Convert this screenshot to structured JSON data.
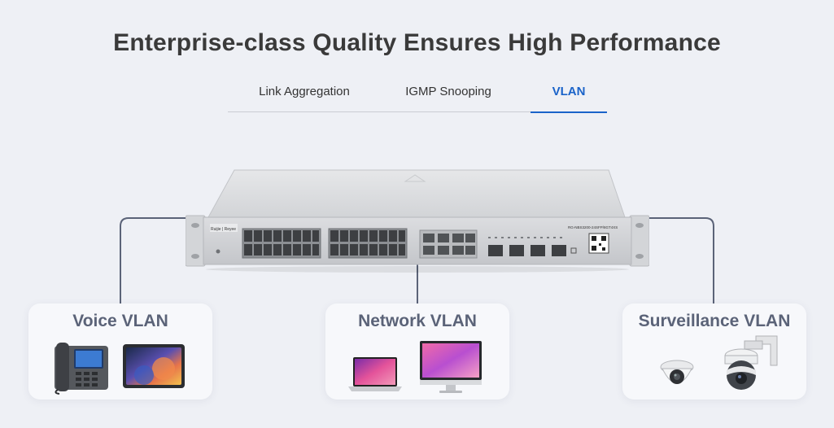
{
  "page": {
    "title": "Enterprise-class Quality Ensures High Performance"
  },
  "tabs": [
    {
      "label": "Link Aggregation",
      "active": false
    },
    {
      "label": "IGMP Snooping",
      "active": false
    },
    {
      "label": "VLAN",
      "active": true
    }
  ],
  "switch": {
    "brand": "Ruijie",
    "sub_brand": "Reyee",
    "model": "RG-NBS3200-24SFP/8GT4XS"
  },
  "cards": [
    {
      "title": "Voice VLAN",
      "devices": [
        "ip-phone-icon",
        "tablet-icon"
      ]
    },
    {
      "title": "Network VLAN",
      "devices": [
        "laptop-icon",
        "monitor-icon"
      ]
    },
    {
      "title": "Surveillance VLAN",
      "devices": [
        "dome-camera-icon",
        "ptz-camera-icon"
      ]
    }
  ],
  "colors": {
    "accent": "#1a63c9",
    "connector": "#5b6378",
    "background": "#eef0f5"
  }
}
